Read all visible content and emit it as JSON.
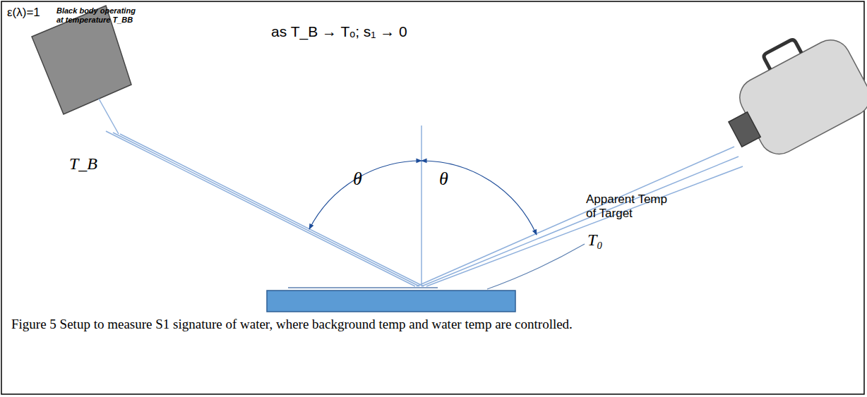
{
  "diagram": {
    "caption": "Figure 5 Setup to measure S1 signature of water, where background temp and water temp are controlled.",
    "labels": [
      "ε(λ)=1",
      "Black body operating at temperature T_BB",
      "as T_B → Tₒ; s₁ → 0",
      "T_B",
      "θ",
      "θ",
      "Apparent Temp of Target",
      "T₀"
    ]
  }
}
